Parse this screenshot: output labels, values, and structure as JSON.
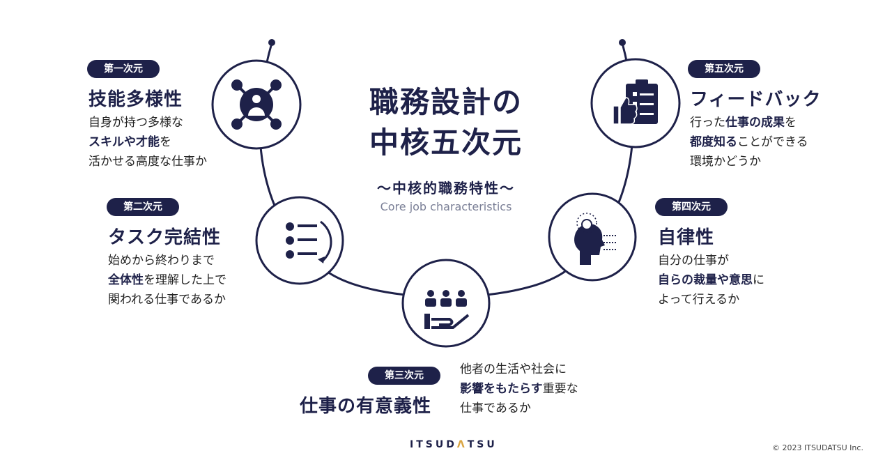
{
  "header": {
    "title_line1": "職務設計の",
    "title_line2": "中核五次元",
    "subtitle": "〜中核的職務特性〜",
    "subtitle_en": "Core job characteristics"
  },
  "dimensions": [
    {
      "badge": "第一次元",
      "title": "技能多様性",
      "icon": "network-person-icon",
      "desc": [
        [
          {
            "t": "自身が持つ多様な"
          }
        ],
        [
          {
            "t": "スキルや才能",
            "b": true
          },
          {
            "t": "を"
          }
        ],
        [
          {
            "t": "活かせる高度な仕事か"
          }
        ]
      ]
    },
    {
      "badge": "第二次元",
      "title": "タスク完結性",
      "icon": "checklist-cycle-icon",
      "desc": [
        [
          {
            "t": "始めから終わりまで"
          }
        ],
        [
          {
            "t": "全体性",
            "b": true
          },
          {
            "t": "を理解した上で"
          }
        ],
        [
          {
            "t": "関われる仕事であるか"
          }
        ]
      ]
    },
    {
      "badge": "第三次元",
      "title": "仕事の有意義性",
      "icon": "people-hand-icon",
      "desc": [
        [
          {
            "t": "他者の生活や社会に"
          }
        ],
        [
          {
            "t": "影響をもたらす",
            "b": true
          },
          {
            "t": "重要な"
          }
        ],
        [
          {
            "t": "仕事であるか"
          }
        ]
      ]
    },
    {
      "badge": "第四次元",
      "title": "自律性",
      "icon": "head-lightbulb-icon",
      "desc": [
        [
          {
            "t": "自分の仕事が"
          }
        ],
        [
          {
            "t": "自らの裁量や意思",
            "b": true
          },
          {
            "t": "に"
          }
        ],
        [
          {
            "t": "よって行えるか"
          }
        ]
      ]
    },
    {
      "badge": "第五次元",
      "title": "フィードバック",
      "icon": "clipboard-thumbsup-icon",
      "desc": [
        [
          {
            "t": "行った"
          },
          {
            "t": "仕事の成果",
            "b": true
          },
          {
            "t": "を"
          }
        ],
        [
          {
            "t": "都度知る",
            "b": true
          },
          {
            "t": "ことができる"
          }
        ],
        [
          {
            "t": "環境かどうか"
          }
        ]
      ]
    }
  ],
  "footer": {
    "logo_left": "ITSUD",
    "logo_accent": "Λ",
    "logo_right": "TSU",
    "copyright": "© 2023 ITSUDATSU Inc."
  },
  "colors": {
    "navy": "#1e2149",
    "accent": "#d9a441"
  }
}
